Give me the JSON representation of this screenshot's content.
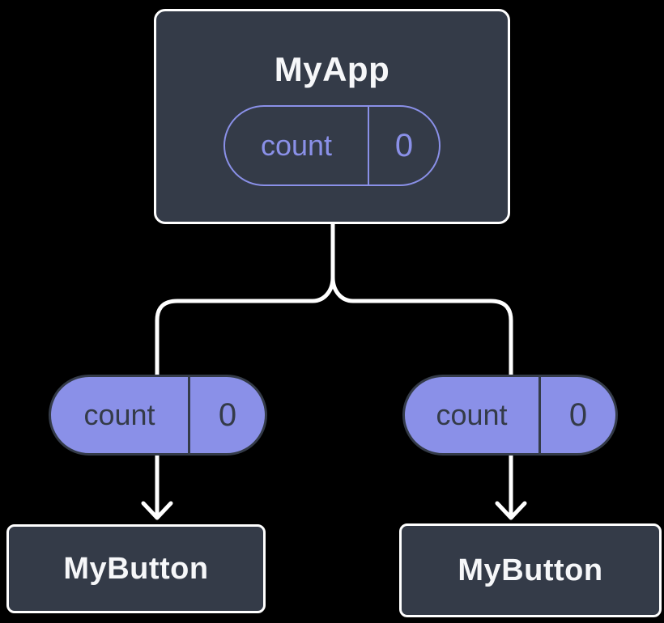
{
  "theme": {
    "background": "#000000",
    "node_fill": "#343B48",
    "node_border": "#FFFFFF",
    "purple": "#8A90E8",
    "pill_text_dark": "#343B48",
    "text_light": "#F6F7F9",
    "line": "#FFFFFF"
  },
  "tree": {
    "root": {
      "label": "MyApp",
      "state": {
        "name": "count",
        "value": "0"
      }
    },
    "children": [
      {
        "label": "MyButton",
        "prop": {
          "name": "count",
          "value": "0"
        }
      },
      {
        "label": "MyButton",
        "prop": {
          "name": "count",
          "value": "0"
        }
      }
    ]
  }
}
